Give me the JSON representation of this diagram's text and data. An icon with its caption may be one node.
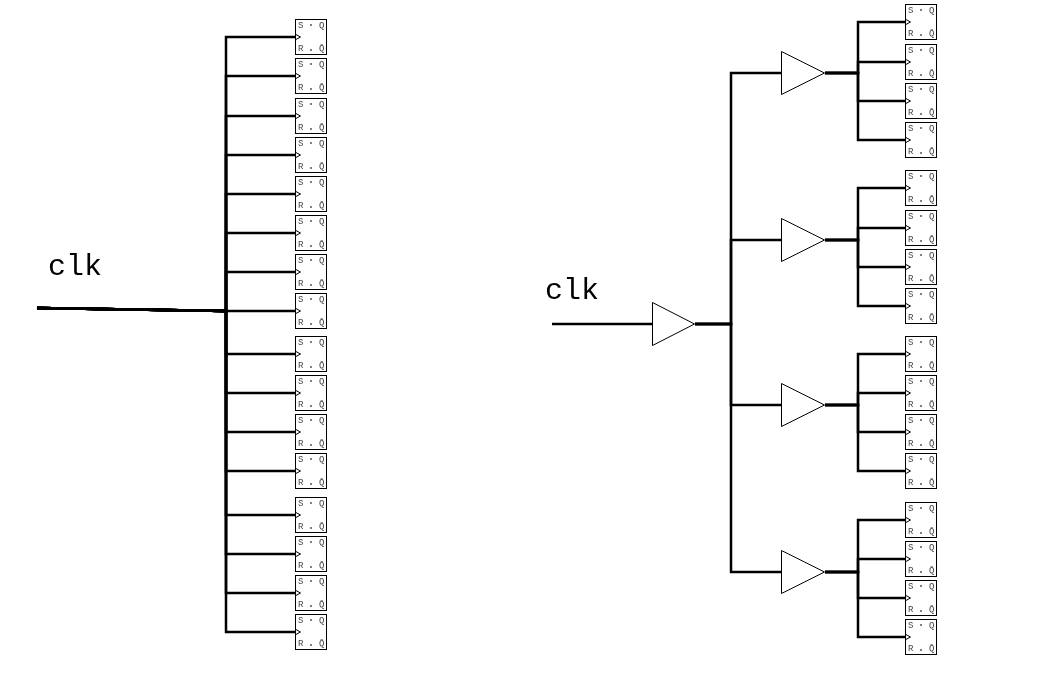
{
  "diagram": {
    "nodes": [
      {
        "text": [
          "S",
          "Q",
          "R",
          "Q̄"
        ]
      },
      {
        "text": [
          "S",
          "Q",
          "R",
          "Q̄"
        ]
      },
      {
        "text": [
          "S",
          "Q",
          "R",
          "Q̄"
        ]
      },
      {
        "text": [
          "S",
          "Q",
          "R",
          "Q̄"
        ]
      },
      {
        "text": [
          "S",
          "Q",
          "R",
          "Q̄"
        ]
      },
      {
        "text": [
          "S",
          "Q",
          "R",
          "Q̄"
        ]
      },
      {
        "text": [
          "S",
          "Q",
          "R",
          "Q̄"
        ]
      },
      {
        "text": [
          "S",
          "Q",
          "R",
          "Q̄"
        ]
      },
      {
        "text": [
          "S",
          "Q",
          "R",
          "Q̄"
        ]
      },
      {
        "text": [
          "S",
          "Q",
          "R",
          "Q̄"
        ]
      },
      {
        "text": [
          "S",
          "Q",
          "R",
          "Q̄"
        ]
      },
      {
        "text": [
          "S",
          "Q",
          "R",
          "Q̄"
        ]
      },
      {
        "text": [
          "S",
          "Q",
          "R",
          "Q̄"
        ]
      },
      {
        "text": [
          "S",
          "Q",
          "R",
          "Q̄"
        ]
      },
      {
        "text": [
          "S",
          "Q",
          "R",
          "Q̄"
        ]
      },
      {
        "text": [
          "S",
          "Q",
          "R",
          "Q̄"
        ]
      },
      {
        "text": [],
        "shape": "triangle"
      },
      {
        "text": [],
        "shape": "triangle"
      },
      {
        "text": [],
        "shape": "triangle"
      },
      {
        "text": [],
        "shape": "triangle"
      },
      {
        "text": [],
        "shape": "triangle"
      },
      {
        "text": [
          "S",
          "Q",
          "R",
          "Q̄"
        ]
      },
      {
        "text": [
          "S",
          "Q",
          "R",
          "Q̄"
        ]
      },
      {
        "text": [
          "S",
          "Q",
          "R",
          "Q̄"
        ]
      },
      {
        "text": [
          "S",
          "Q",
          "R",
          "Q̄"
        ]
      },
      {
        "text": [
          "S",
          "Q",
          "R",
          "Q̄"
        ]
      },
      {
        "text": [
          "S",
          "Q",
          "R",
          "Q̄"
        ]
      },
      {
        "text": [
          "S",
          "Q",
          "R",
          "Q̄"
        ]
      },
      {
        "text": [
          "S",
          "Q",
          "R",
          "Q̄"
        ]
      },
      {
        "text": [
          "S",
          "Q",
          "R",
          "Q̄"
        ]
      },
      {
        "text": [
          "S",
          "Q",
          "R",
          "Q̄"
        ]
      },
      {
        "text": [
          "S",
          "Q",
          "R",
          "Q̄"
        ]
      },
      {
        "text": [
          "S",
          "Q",
          "R",
          "Q̄"
        ]
      },
      {
        "text": [
          "S",
          "Q",
          "R",
          "Q̄"
        ]
      },
      {
        "text": [
          "S",
          "Q",
          "R",
          "Q̄"
        ]
      },
      {
        "text": [
          "S",
          "Q",
          "R",
          "Q̄"
        ]
      },
      {
        "text": [
          "S",
          "Q",
          "R",
          "Q̄"
        ]
      }
    ],
    "edges": [
      {
        "from": null,
        "to": 0,
        "arrow": "to"
      },
      {
        "from": null,
        "to": 1,
        "arrow": "to"
      },
      {
        "from": null,
        "to": 2,
        "arrow": "to"
      },
      {
        "from": null,
        "to": 3,
        "arrow": "to"
      },
      {
        "from": null,
        "to": 4,
        "arrow": "to"
      },
      {
        "from": null,
        "to": 5,
        "arrow": "to"
      },
      {
        "from": null,
        "to": 6,
        "arrow": "to"
      },
      {
        "from": null,
        "to": 7,
        "arrow": "to"
      },
      {
        "from": null,
        "to": 8,
        "arrow": "to"
      },
      {
        "from": null,
        "to": 9,
        "arrow": "to"
      },
      {
        "from": null,
        "to": 10,
        "arrow": "to"
      },
      {
        "from": null,
        "to": 11,
        "arrow": "to"
      },
      {
        "from": null,
        "to": 12,
        "arrow": "to"
      },
      {
        "from": null,
        "to": 13,
        "arrow": "to"
      },
      {
        "from": null,
        "to": 14,
        "arrow": "to"
      },
      {
        "from": null,
        "to": 15,
        "arrow": "to"
      },
      {
        "from": null,
        "to": 16,
        "arrow": "none"
      },
      {
        "from": 16,
        "to": 17,
        "arrow": "none"
      },
      {
        "from": 16,
        "to": 18,
        "arrow": "none"
      },
      {
        "from": 16,
        "to": 19,
        "arrow": "none"
      },
      {
        "from": 16,
        "to": 20,
        "arrow": "none"
      },
      {
        "from": 17,
        "to": 21,
        "arrow": "to"
      },
      {
        "from": 17,
        "to": 22,
        "arrow": "to"
      },
      {
        "from": 17,
        "to": 23,
        "arrow": "to"
      },
      {
        "from": 17,
        "to": 24,
        "arrow": "to"
      },
      {
        "from": 18,
        "to": 25,
        "arrow": "to"
      },
      {
        "from": 18,
        "to": 26,
        "arrow": "to"
      },
      {
        "from": 18,
        "to": 27,
        "arrow": "to"
      },
      {
        "from": 18,
        "to": 28,
        "arrow": "to"
      },
      {
        "from": 19,
        "to": 29,
        "arrow": "to"
      },
      {
        "from": 19,
        "to": 30,
        "arrow": "to"
      },
      {
        "from": 19,
        "to": 31,
        "arrow": "to"
      },
      {
        "from": 19,
        "to": 32,
        "arrow": "to"
      },
      {
        "from": 20,
        "to": 33,
        "arrow": "to"
      },
      {
        "from": 20,
        "to": 34,
        "arrow": "to"
      },
      {
        "from": 20,
        "to": 35,
        "arrow": "to"
      },
      {
        "from": 20,
        "to": 36,
        "arrow": "to"
      }
    ],
    "labels": [
      "clk",
      "clk"
    ]
  }
}
